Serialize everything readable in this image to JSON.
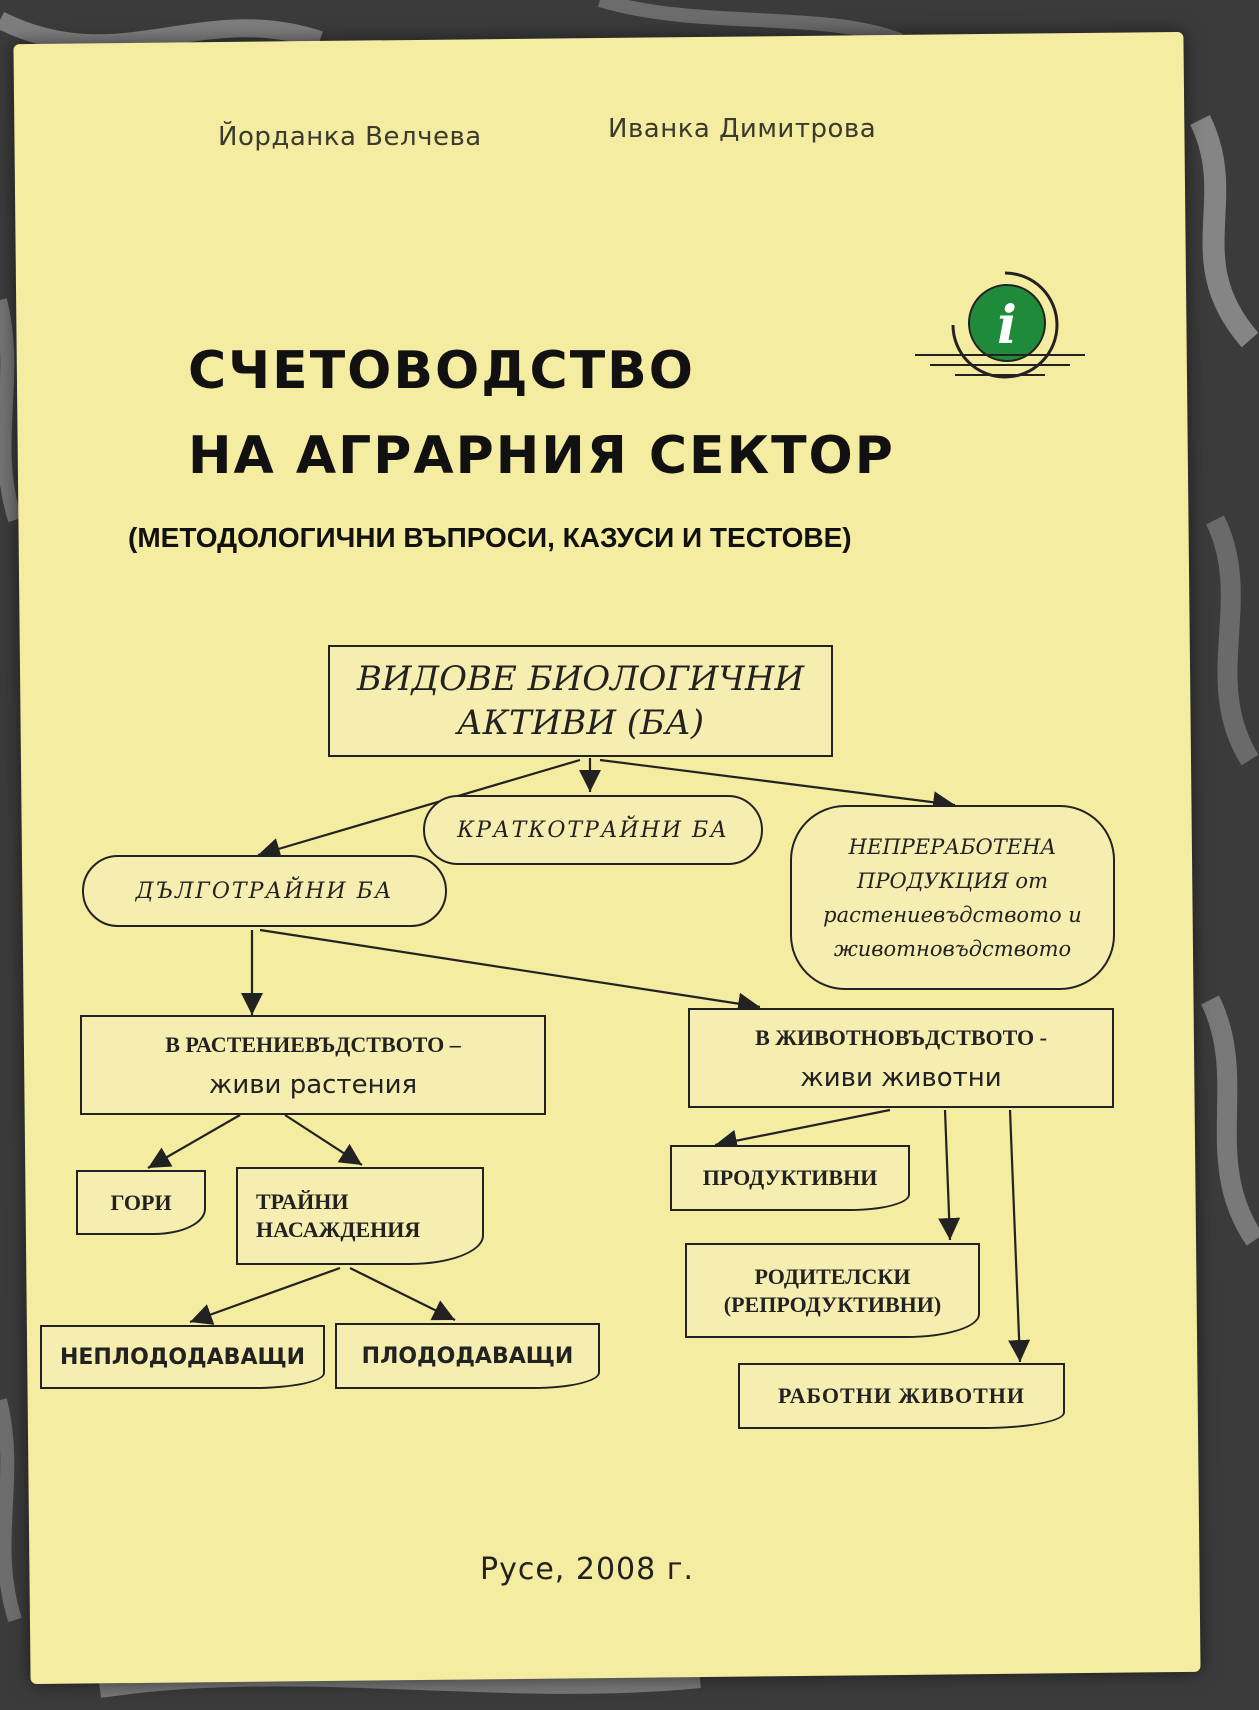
{
  "authors": [
    "Йорданка Велчева",
    "Иванка Димитрова"
  ],
  "title_lines": [
    "СЧЕТОВОДСТВО",
    "НА АГРАРНИЯ СЕКТОР"
  ],
  "subtitle": "(МЕТОДОЛОГИЧНИ ВЪПРОСИ, КАЗУСИ И ТЕСТОВЕ)",
  "logo": {
    "icon": "info-icon",
    "letter": "i",
    "color": "#1f8a3a"
  },
  "diagram": {
    "root": {
      "line1": "ВИДОВЕ БИОЛОГИЧНИ",
      "line2": "АКТИВИ (БА)"
    },
    "short_term": "КРАТКОТРАЙНИ БА",
    "long_term": "ДЪЛГОТРАЙНИ БА",
    "unprocessed": {
      "line1": "НЕПРЕРАБОТЕНА",
      "line2": "ПРОДУКЦИЯ от",
      "line3": "растениевъдството и",
      "line4": "животновъдството"
    },
    "plants": {
      "line1": "В РАСТЕНИЕВЪДСТВОТО –",
      "line2": "живи растения"
    },
    "animals": {
      "line1": "В ЖИВОТНОВЪДСТВОТО -",
      "line2": "живи животни"
    },
    "forests": "ГОРИ",
    "perennials": {
      "line1": "ТРАЙНИ",
      "line2": "НАСАЖДЕНИЯ"
    },
    "non_fruiting": "НЕПЛОДОДАВАЩИ",
    "fruiting": "ПЛОДОДАВАЩИ",
    "productive": "ПРОДУКТИВНИ",
    "parental": {
      "line1": "РОДИТЕЛСКИ",
      "line2": "(РЕПРОДУКТИВНИ)"
    },
    "working": "РАБОТНИ ЖИВОТНИ"
  },
  "footer": "Русе, 2008 г."
}
